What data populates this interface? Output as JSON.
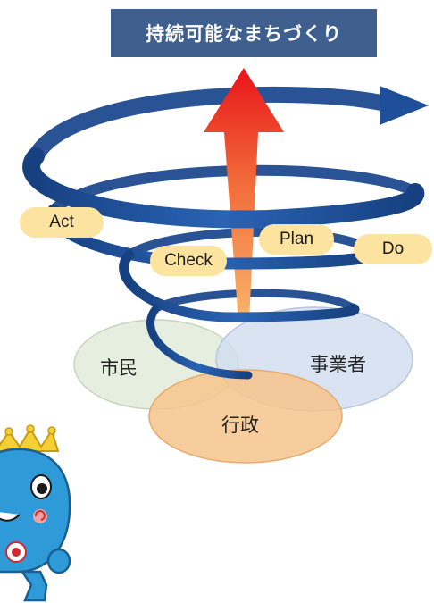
{
  "title": "持続可能なまちづくり",
  "cycle": {
    "act": "Act",
    "check": "Check",
    "plan": "Plan",
    "do": "Do"
  },
  "stakeholders": {
    "citizens": "市民",
    "business": "事業者",
    "government": "行政"
  },
  "colors": {
    "title_bg": "#3f5f8f",
    "spiral": "#1f4f9a",
    "arrow_top": "#e8141a",
    "arrow_bottom": "#f7a85a",
    "pill": "#fde3a0",
    "circle_citizens": "#e2ecd9",
    "circle_business": "#d0dcef",
    "circle_government": "#f7c48c"
  },
  "mascot": {
    "icon": "mascot-character"
  }
}
